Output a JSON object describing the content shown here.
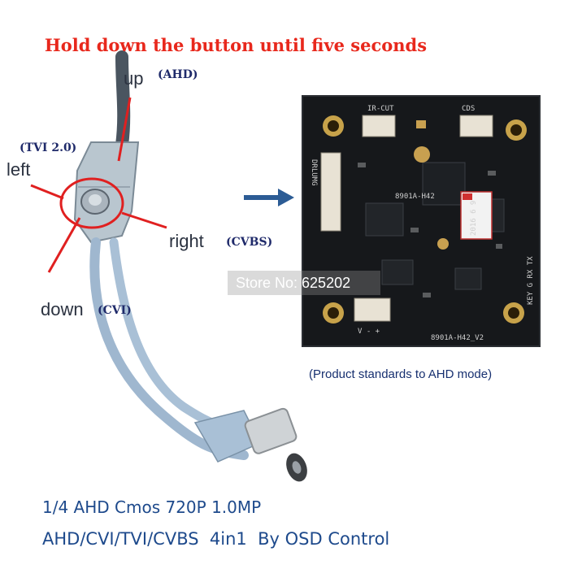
{
  "title": {
    "text": "Hold down the button until five seconds",
    "color": "#e8281c"
  },
  "directions": {
    "up": "up",
    "up_mode": "(AHD)",
    "left": "left",
    "left_mode": "(TVI 2.0)",
    "right": "right",
    "right_mode": "(CVBS)",
    "down": "down",
    "down_mode": "(CVI)"
  },
  "watermark": "Store No: 625202",
  "board": {
    "label_ircut": "IR-CUT",
    "label_cds": "CDS",
    "label_model": "8901A-H42",
    "label_model_v2": "8901A-H42_V2",
    "label_side_left": "DRLUMG",
    "label_side_right": "KEY G RX TX",
    "label_bottom_left": "V - +",
    "sticker_text": "2016 6 9"
  },
  "caption": "(Product standards to AHD mode)",
  "specs": {
    "line1": "1/4 AHD Cmos 720P 1.0MP",
    "line2": "AHD/CVI/TVI/CVBS  4in1  By OSD Control"
  },
  "colors": {
    "cable": "#9fb7cf",
    "cable_dark": "#4a5560",
    "pcb": "#16181b",
    "accent_red": "#e02020",
    "arrow": "#2c5c95"
  }
}
